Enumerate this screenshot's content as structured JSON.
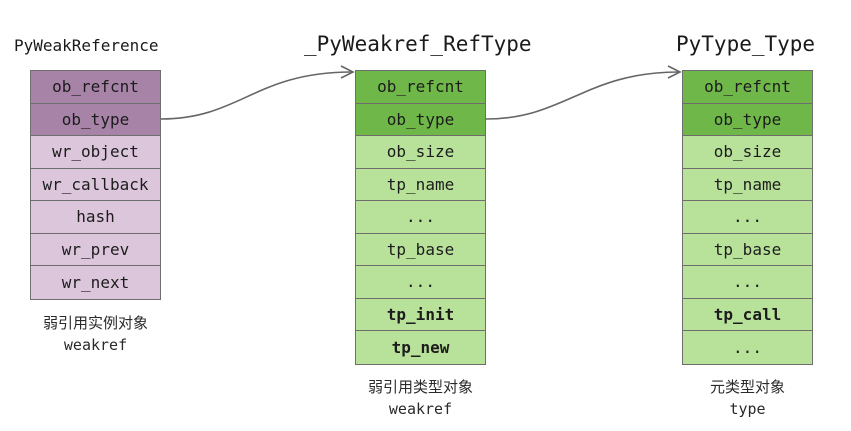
{
  "objects": [
    {
      "title": "PyWeakReference",
      "fields": [
        "ob_refcnt",
        "ob_type",
        "wr_object",
        "wr_callback",
        "hash",
        "wr_prev",
        "wr_next"
      ],
      "caption_cn": "弱引用实例对象",
      "caption_en": "weakref"
    },
    {
      "title": "_PyWeakref_RefType",
      "fields": [
        "ob_refcnt",
        "ob_type",
        "ob_size",
        "tp_name",
        "...",
        "tp_base",
        "...",
        "tp_init",
        "tp_new"
      ],
      "caption_cn": "弱引用类型对象",
      "caption_en": "weakref"
    },
    {
      "title": "PyType_Type",
      "fields": [
        "ob_refcnt",
        "ob_type",
        "ob_size",
        "tp_name",
        "...",
        "tp_base",
        "...",
        "tp_call",
        "..."
      ],
      "caption_cn": "元类型对象",
      "caption_en": "type"
    }
  ],
  "colors": {
    "purple_header": "#a783a8",
    "purple_body": "#dcc6dc",
    "green_header": "#6fb748",
    "green_body": "#b8e19a"
  }
}
